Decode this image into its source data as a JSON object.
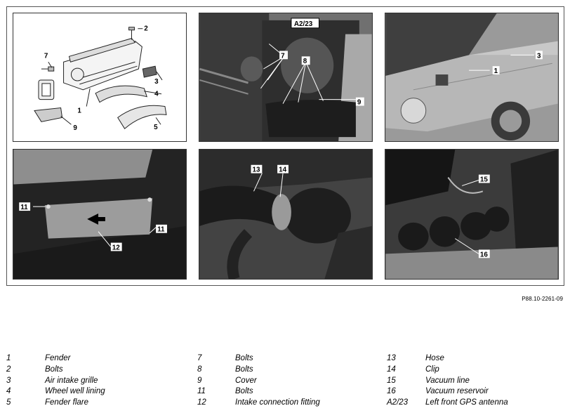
{
  "panels": [
    {
      "id": "p1",
      "labels": [
        "2",
        "7",
        "3",
        "4",
        "1",
        "9",
        "5"
      ]
    },
    {
      "id": "p2",
      "labels": [
        "A2/23",
        "7",
        "8",
        "9"
      ]
    },
    {
      "id": "p3",
      "labels": [
        "3",
        "1"
      ]
    },
    {
      "id": "p4",
      "labels": [
        "11",
        "11",
        "12"
      ]
    },
    {
      "id": "p5",
      "labels": [
        "13",
        "14"
      ]
    },
    {
      "id": "p6",
      "labels": [
        "15",
        "16"
      ]
    }
  ],
  "reference_code": "P88.10-2261-09",
  "legend": {
    "col1": [
      {
        "num": "1",
        "desc": "Fender"
      },
      {
        "num": "2",
        "desc": "Bolts"
      },
      {
        "num": "3",
        "desc": "Air intake grille"
      },
      {
        "num": "4",
        "desc": "Wheel well lining"
      },
      {
        "num": "5",
        "desc": "Fender flare"
      }
    ],
    "col2": [
      {
        "num": "7",
        "desc": "Bolts"
      },
      {
        "num": "8",
        "desc": "Bolts"
      },
      {
        "num": "9",
        "desc": "Cover"
      },
      {
        "num": "11",
        "desc": "Bolts"
      },
      {
        "num": "12",
        "desc": "Intake connection fitting"
      }
    ],
    "col3": [
      {
        "num": "13",
        "desc": "Hose"
      },
      {
        "num": "14",
        "desc": "Clip"
      },
      {
        "num": "15",
        "desc": "Vacuum line"
      },
      {
        "num": "16",
        "desc": "Vacuum reservoir"
      },
      {
        "num": "A2/23",
        "desc": "Left front GPS antenna"
      }
    ]
  }
}
